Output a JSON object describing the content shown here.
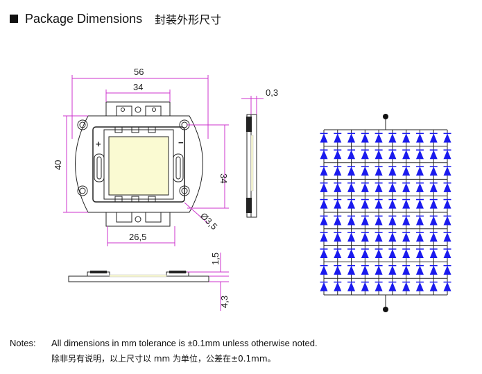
{
  "header": {
    "title": "Package Dimensions",
    "title_cn": "封装外形尺寸"
  },
  "dimensions": {
    "overall_width": "56",
    "tab_width": "34",
    "overall_height": "40",
    "inner_height": "34",
    "bottom_width": "26,5",
    "hole_diameter": "Ø3,5",
    "side_thickness": "0,3",
    "lens_height": "1,5",
    "base_thickness": "4,3"
  },
  "polarity": {
    "plus": "+",
    "minus": "−"
  },
  "circuit": {
    "columns": 10,
    "rows": 10
  },
  "colors": {
    "dimension": "#cc33cc",
    "led": "#1a1aee",
    "phosphor": "#fafad2"
  },
  "notes": {
    "label": "Notes:",
    "text_en": "All dimensions in mm tolerance is ±0.1mm unless otherwise noted.",
    "text_cn": "除非另有说明，以上尺寸以 mm 为单位，公差在±0.1mm。"
  }
}
